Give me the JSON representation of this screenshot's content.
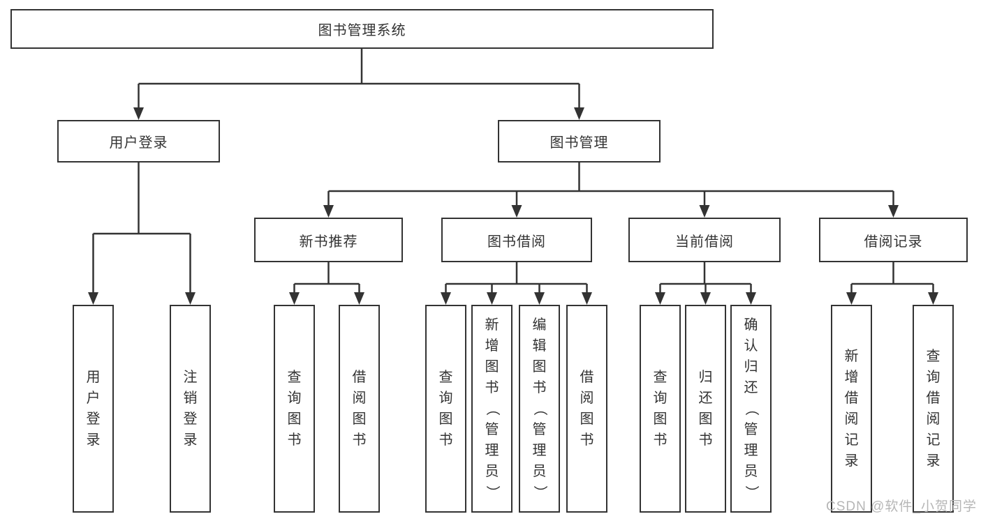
{
  "diagram": {
    "root": {
      "label": "图书管理系统"
    },
    "branches": [
      {
        "label": "用户登录",
        "children": [
          {
            "label": "用户登录"
          },
          {
            "label": "注销登录"
          }
        ]
      },
      {
        "label": "图书管理",
        "children": [
          {
            "label": "新书推荐",
            "children": [
              {
                "label": "查询图书"
              },
              {
                "label": "借阅图书"
              }
            ]
          },
          {
            "label": "图书借阅",
            "children": [
              {
                "label": "查询图书"
              },
              {
                "label": "新增图书（管理员）"
              },
              {
                "label": "编辑图书（管理员）"
              },
              {
                "label": "借阅图书"
              }
            ]
          },
          {
            "label": "当前借阅",
            "children": [
              {
                "label": "查询图书"
              },
              {
                "label": "归还图书"
              },
              {
                "label": "确认归还（管理员）"
              }
            ]
          },
          {
            "label": "借阅记录",
            "children": [
              {
                "label": "新增借阅记录"
              },
              {
                "label": "查询借阅记录"
              }
            ]
          }
        ]
      }
    ]
  },
  "watermark": {
    "text": "CSDN @软件_小贺同学"
  },
  "colors": {
    "line": "#333333",
    "text": "#333333",
    "watermark": "#b6b6b6",
    "background": "#ffffff"
  }
}
